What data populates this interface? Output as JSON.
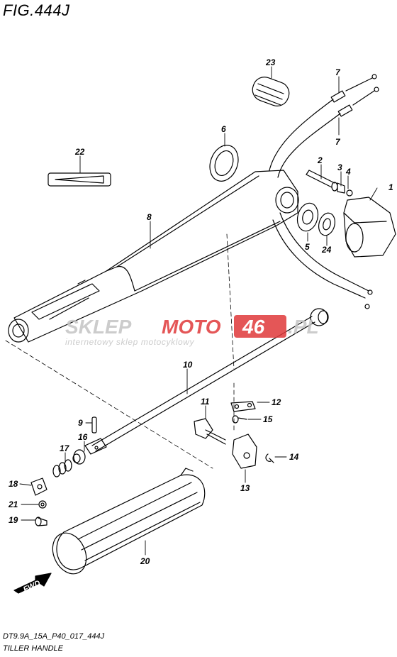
{
  "figure": {
    "title": "FIG.444J"
  },
  "footer": {
    "code": "DT9.9A_15A_P40_017_444J",
    "name": "TILLER HANDLE"
  },
  "watermark": {
    "brand_a": "SKLEP",
    "brand_b": "MOTO",
    "brand_c": "46",
    "brand_d": ".PL",
    "tagline": "internetowy sklep motocyklowy"
  },
  "fwd_label": "FWD",
  "callouts": [
    "1",
    "2",
    "3",
    "4",
    "5",
    "6",
    "7",
    "7",
    "8",
    "9",
    "10",
    "11",
    "12",
    "13",
    "14",
    "15",
    "16",
    "17",
    "18",
    "19",
    "20",
    "21",
    "22",
    "23",
    "24"
  ],
  "colors": {
    "line": "#000000",
    "watermark_red": "#e0393a",
    "watermark_gray": "#c4c4c4"
  }
}
